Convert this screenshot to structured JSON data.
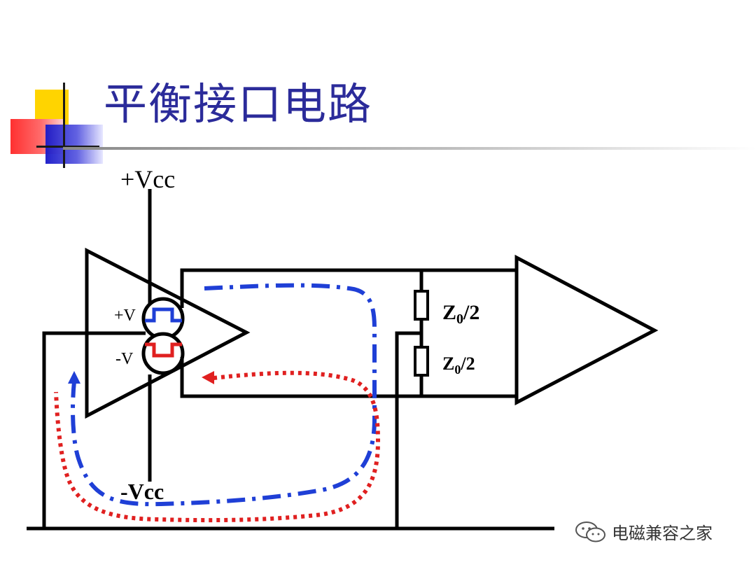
{
  "slide": {
    "title": "平衡接口电路"
  },
  "labels": {
    "vcc_pos": "+Vcc",
    "vcc_neg": "-Vcc",
    "plus_v": "+V",
    "minus_v": "-V",
    "z_upper_main": "Z",
    "z_upper_sub": "0",
    "z_upper_tail": "/2",
    "z_lower_main": "Z",
    "z_lower_sub": "0",
    "z_lower_tail": "/2"
  },
  "watermark": {
    "text": "电磁兼容之家",
    "icon": "wechat-icon"
  },
  "colors": {
    "title": "#2b2b9a",
    "wire": "#000000",
    "blue_path": "#1f3fd6",
    "red_path": "#e02020",
    "plus_signal": "#1f3fd6",
    "minus_signal": "#e02020"
  }
}
